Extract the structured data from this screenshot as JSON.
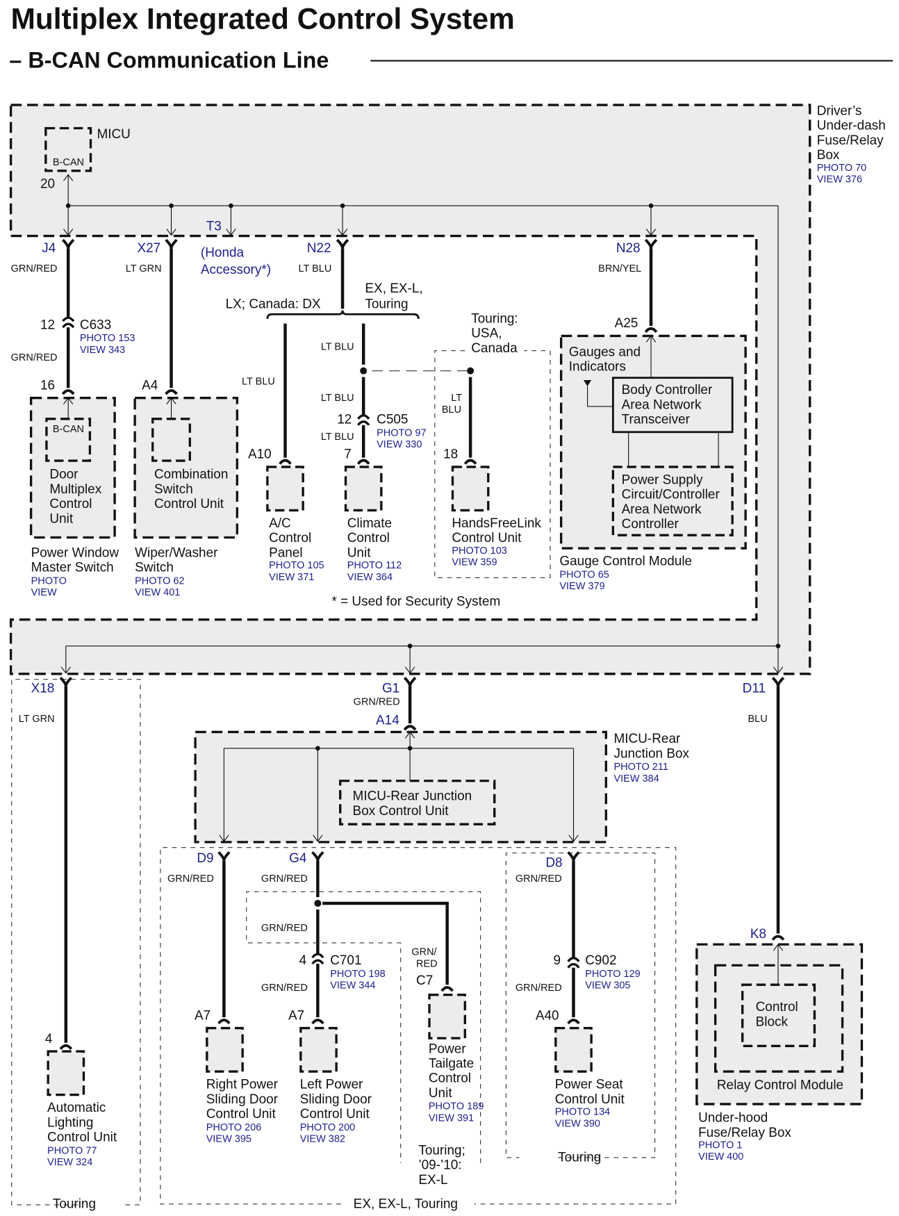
{
  "header": {
    "title": "Multiplex Integrated Control System",
    "subtitle": "– B-CAN Communication Line"
  },
  "driver_box": {
    "name_lines": [
      "Driver’s",
      "Under-dash",
      "Fuse/Relay",
      "Box"
    ],
    "photo": "PHOTO 70",
    "view": "VIEW 376"
  },
  "micu": {
    "label": "MICU",
    "inner": "B-CAN",
    "pin": "20"
  },
  "branches_top": [
    {
      "id": "j4",
      "pin": "J4",
      "wire": "GRN/RED"
    },
    {
      "id": "x27",
      "pin": "X27",
      "wire": "LT GRN"
    },
    {
      "id": "t3",
      "pin": "T3",
      "note_lines": [
        "(Honda",
        "Accessory*)"
      ]
    },
    {
      "id": "n22",
      "pin": "N22",
      "wire": "LT BLU"
    },
    {
      "id": "n28",
      "pin": "N28",
      "wire": "BRN/YEL"
    }
  ],
  "c633": {
    "pin": "12",
    "name": "C633",
    "photo": "PHOTO 153",
    "view": "VIEW 343",
    "wire_below": "GRN/RED"
  },
  "door_mux": {
    "pin": "16",
    "inner": "B-CAN",
    "name_lines": [
      "Door",
      "Multiplex",
      "Control",
      "Unit"
    ],
    "caption_lines": [
      "Power Window",
      "Master Switch"
    ],
    "photo": "PHOTO",
    "view": "VIEW"
  },
  "combo_switch": {
    "pin": "A4",
    "name_lines": [
      "Combination",
      "Switch",
      "Control Unit"
    ],
    "caption_lines": [
      "Wiper/Washer",
      "Switch"
    ],
    "photo": "PHOTO 62",
    "view": "VIEW 401"
  },
  "n22_split": {
    "left_label": "LX; Canada: DX",
    "right_label_lines": [
      "EX, EX-L,",
      "Touring"
    ]
  },
  "ac_panel": {
    "wire": "LT BLU",
    "pin": "A10",
    "name_lines": [
      "A/C",
      "Control",
      "Panel"
    ],
    "photo": "PHOTO 105",
    "view": "VIEW 371"
  },
  "climate": {
    "wire_top": "LT BLU",
    "wire_mid": "LT BLU",
    "wire_bottom": "LT BLU",
    "c505": {
      "pin": "12",
      "name": "C505",
      "photo": "PHOTO 97",
      "view": "VIEW 330"
    },
    "pin": "7",
    "name_lines": [
      "Climate",
      "Control",
      "Unit"
    ],
    "photo": "PHOTO 112",
    "view": "VIEW 364"
  },
  "hfl": {
    "option_lines": [
      "Touring:",
      "USA,",
      "Canada"
    ],
    "wire_lines": [
      "LT",
      "BLU"
    ],
    "pin": "18",
    "name_lines": [
      "HandsFreeLink",
      "Control Unit"
    ],
    "photo": "PHOTO 103",
    "view": "VIEW 359"
  },
  "gauge": {
    "pin": "A25",
    "inner_label_lines": [
      "Gauges and",
      "Indicators"
    ],
    "transceiver_lines": [
      "Body Controller",
      "Area Network",
      "Transceiver"
    ],
    "controller_lines": [
      "Power Supply",
      "Circuit/Controller",
      "Area Network",
      "Controller"
    ],
    "name": "Gauge Control Module",
    "photo": "PHOTO 65",
    "view": "VIEW 379"
  },
  "security_note": "* = Used for Security System",
  "branches_bottom": [
    {
      "id": "x18",
      "pin": "X18",
      "wire": "LT GRN"
    },
    {
      "id": "g1",
      "pin": "G1",
      "wire": "GRN/RED",
      "pin_below": "A14"
    },
    {
      "id": "d11",
      "pin": "D11",
      "wire": "BLU"
    }
  ],
  "auto_light": {
    "pin": "4",
    "name_lines": [
      "Automatic",
      "Lighting",
      "Control Unit"
    ],
    "photo": "PHOTO 77",
    "view": "VIEW 324",
    "option": "Touring"
  },
  "rear_jb": {
    "name_lines": [
      "MICU-Rear",
      "Junction Box"
    ],
    "photo": "PHOTO 211",
    "view": "VIEW 384",
    "inner_lines": [
      "MICU-Rear Junction",
      "Box Control Unit"
    ]
  },
  "rear_branches": [
    {
      "id": "d9",
      "pin": "D9",
      "wire": "GRN/RED"
    },
    {
      "id": "g4",
      "pin": "G4",
      "wire": "GRN/RED"
    },
    {
      "id": "d8",
      "pin": "D8",
      "wire": "GRN/RED"
    }
  ],
  "right_slide": {
    "pin": "A7",
    "name_lines": [
      "Right Power",
      "Sliding Door",
      "Control Unit"
    ],
    "photo": "PHOTO 206",
    "view": "VIEW 395"
  },
  "left_slide": {
    "wire_mid": "GRN/RED",
    "c701": {
      "pin": "4",
      "name": "C701",
      "photo": "PHOTO 198",
      "view": "VIEW 344"
    },
    "wire_bottom": "GRN/RED",
    "pin": "A7",
    "name_lines": [
      "Left Power",
      "Sliding Door",
      "Control Unit"
    ],
    "photo": "PHOTO 200",
    "view": "VIEW 382"
  },
  "tailgate": {
    "wire_lines": [
      "GRN/",
      "RED"
    ],
    "pin": "C7",
    "name_lines": [
      "Power",
      "Tailgate",
      "Control",
      "Unit"
    ],
    "photo": "PHOTO 189",
    "view": "VIEW 391",
    "option_lines": [
      "Touring;",
      "’09-’10:",
      "EX-L"
    ]
  },
  "power_seat": {
    "c902": {
      "pin": "9",
      "name": "C902",
      "photo": "PHOTO 129",
      "view": "VIEW 305"
    },
    "wire_bottom": "GRN/RED",
    "pin": "A40",
    "name_lines": [
      "Power Seat",
      "Control Unit"
    ],
    "photo": "PHOTO 134",
    "view": "VIEW 390",
    "option": "Touring"
  },
  "rear_option": "EX, EX-L, Touring",
  "relay_module": {
    "pin": "K8",
    "inner_lines": [
      "Control",
      "Block"
    ],
    "name": "Relay Control Module",
    "box_lines": [
      "Under-hood",
      "Fuse/Relay Box"
    ],
    "photo": "PHOTO 1",
    "view": "VIEW 400"
  }
}
